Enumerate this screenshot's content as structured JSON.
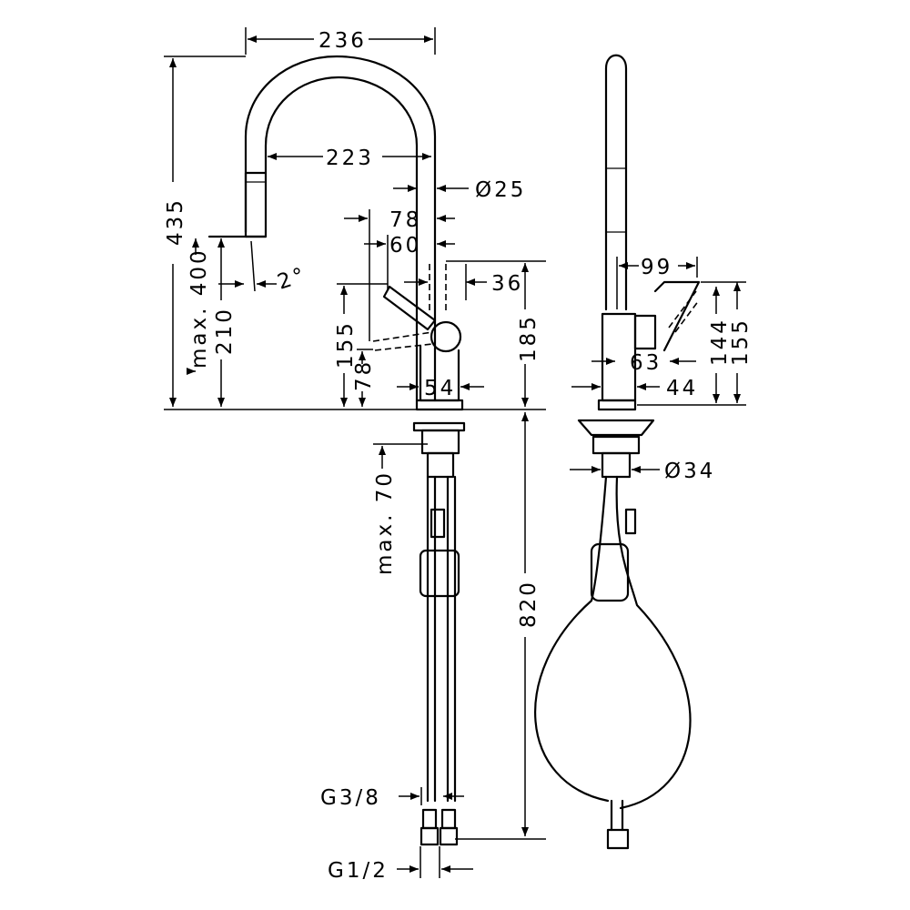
{
  "dimensions": {
    "d236": "236",
    "d223": "223",
    "d435": "435",
    "dmax400": "max. 400",
    "d210": "210",
    "d2deg": "2°",
    "d25": "Ø25",
    "d78a": "78",
    "d60": "60",
    "d36": "36",
    "d155a": "155",
    "d78b": "78",
    "d185": "185",
    "d54": "54",
    "dmax70": "max. 70",
    "d820": "820",
    "dG38": "G3/8",
    "dG12": "G1/2",
    "d99": "99",
    "d63": "63",
    "d144": "144",
    "d155b": "155",
    "d44": "44",
    "d34": "Ø34"
  }
}
